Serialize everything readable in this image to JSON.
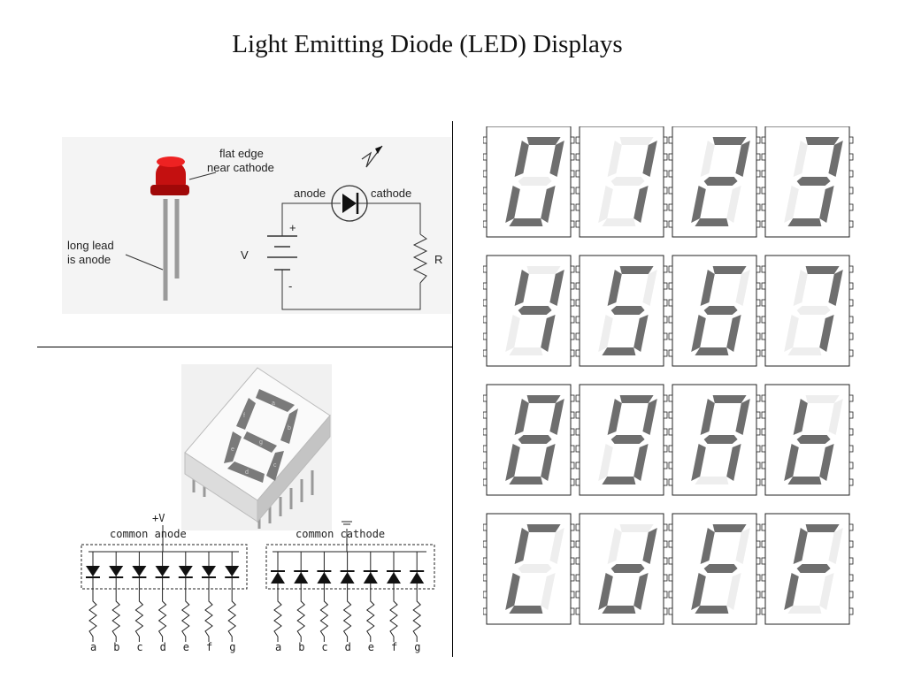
{
  "title": "Light Emitting Diode (LED) Displays",
  "led_photo": {
    "label_flat_edge_1": "flat edge",
    "label_flat_edge_2": "near cathode",
    "label_long_lead_1": "long lead",
    "label_long_lead_2": "is anode"
  },
  "circuit": {
    "anode": "anode",
    "cathode": "cathode",
    "voltage": "V",
    "plus": "+",
    "minus": "-",
    "resistor": "R"
  },
  "seven_segment": {
    "segment_letters": [
      "a",
      "b",
      "c",
      "d",
      "e",
      "f",
      "g"
    ]
  },
  "common_anode": {
    "supply": "+V",
    "label": "common anode",
    "pins": [
      "a",
      "b",
      "c",
      "d",
      "e",
      "f",
      "g"
    ]
  },
  "common_cathode": {
    "label": "common cathode",
    "pins": [
      "a",
      "b",
      "c",
      "d",
      "e",
      "f",
      "g"
    ]
  },
  "digit_displays": {
    "lit_color": "#6e6e6e",
    "unlit_color": "#eeeeee",
    "digits": [
      {
        "symbol": "0",
        "segments": "abcdef"
      },
      {
        "symbol": "1",
        "segments": "bc"
      },
      {
        "symbol": "2",
        "segments": "abdeg"
      },
      {
        "symbol": "3",
        "segments": "abcdg"
      },
      {
        "symbol": "4",
        "segments": "bcfg"
      },
      {
        "symbol": "5",
        "segments": "acdfg"
      },
      {
        "symbol": "6",
        "segments": "acdefg"
      },
      {
        "symbol": "7",
        "segments": "abc"
      },
      {
        "symbol": "8",
        "segments": "abcdefg"
      },
      {
        "symbol": "9",
        "segments": "abcdfg"
      },
      {
        "symbol": "A",
        "segments": "abcefg"
      },
      {
        "symbol": "b",
        "segments": "cdefg"
      },
      {
        "symbol": "C",
        "segments": "adef"
      },
      {
        "symbol": "d",
        "segments": "bcdeg"
      },
      {
        "symbol": "E",
        "segments": "adefg"
      },
      {
        "symbol": "F",
        "segments": "aefg"
      }
    ]
  }
}
